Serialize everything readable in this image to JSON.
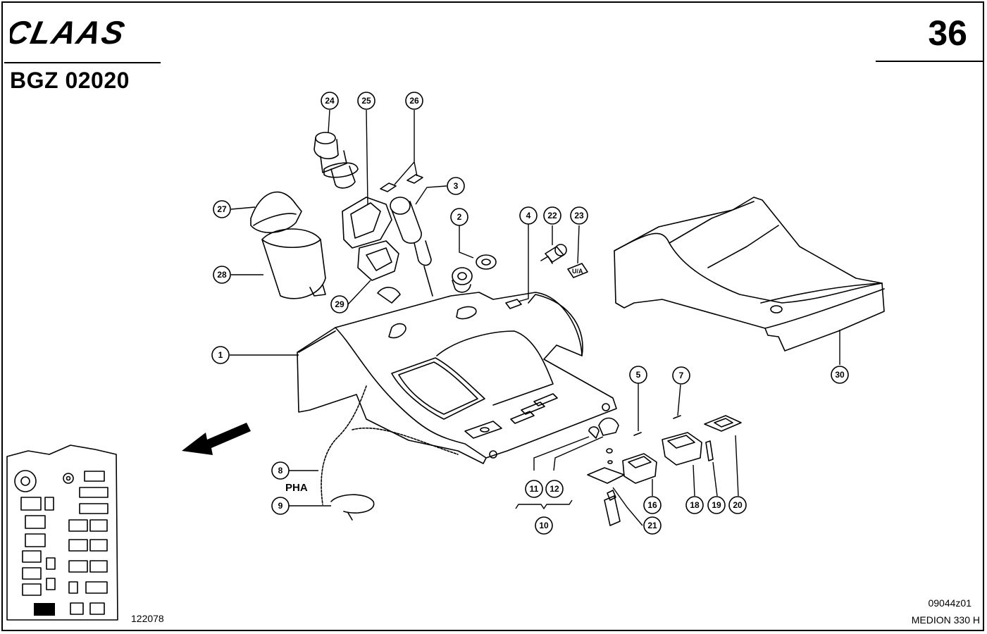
{
  "header": {
    "brand": "CLAAS",
    "section_code": "BGZ 02020",
    "page_number": "36"
  },
  "footer": {
    "document_ref": "122078",
    "image_ref": "09044z01",
    "model": "MEDION 330 H"
  },
  "diagram": {
    "wire_label": "PHA",
    "callouts": [
      "1",
      "2",
      "3",
      "4",
      "5",
      "7",
      "8",
      "9",
      "10",
      "11",
      "12",
      "16",
      "18",
      "19",
      "20",
      "21",
      "22",
      "23",
      "24",
      "25",
      "26",
      "27",
      "28",
      "29",
      "30"
    ]
  }
}
